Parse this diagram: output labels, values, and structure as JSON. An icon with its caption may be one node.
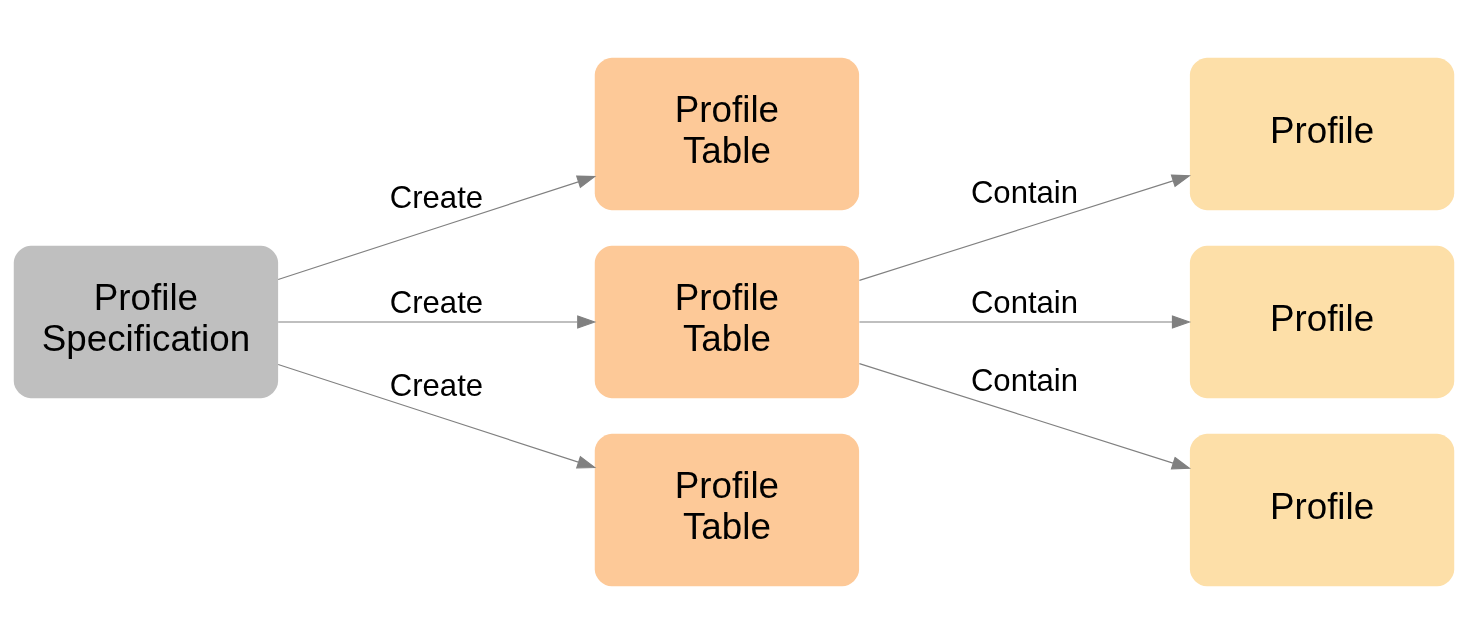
{
  "diagram": {
    "nodes": [
      {
        "text": [
          "Profile Specification"
        ]
      },
      {
        "text": [
          "Profile Table"
        ]
      },
      {
        "text": [
          "Profile Table"
        ]
      },
      {
        "text": [
          "Profile Table"
        ]
      },
      {
        "text": [
          "Profile"
        ]
      },
      {
        "text": [
          "Profile"
        ]
      },
      {
        "text": [
          "Profile"
        ]
      }
    ],
    "edges": [
      {
        "from": 0,
        "to": 1,
        "arrow": "to",
        "label": "Create"
      },
      {
        "from": 0,
        "to": 2,
        "arrow": "to",
        "label": "Create"
      },
      {
        "from": 0,
        "to": 3,
        "arrow": "to",
        "label": "Create"
      },
      {
        "from": 2,
        "to": 4,
        "arrow": "to",
        "label": "Contain"
      },
      {
        "from": 2,
        "to": 5,
        "arrow": "to",
        "label": "Contain"
      },
      {
        "from": 2,
        "to": 6,
        "arrow": "to",
        "label": "Contain"
      }
    ]
  }
}
